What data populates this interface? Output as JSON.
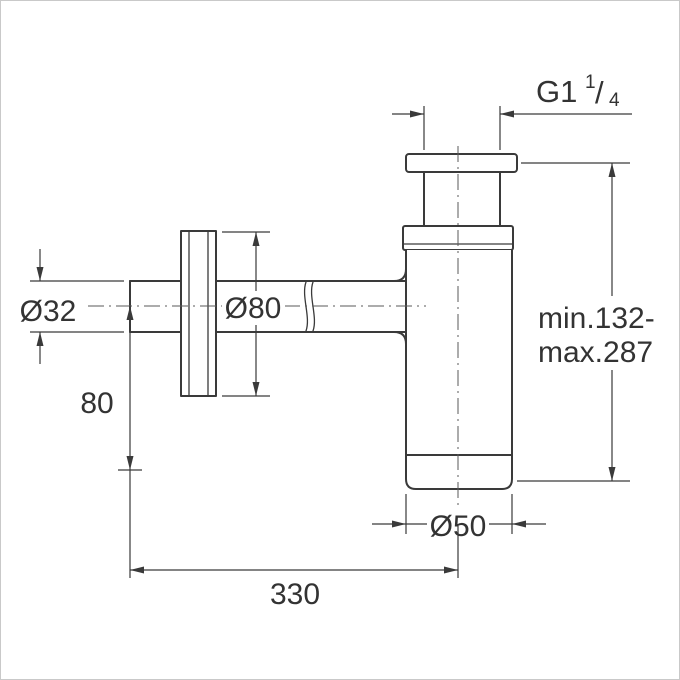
{
  "colors": {
    "background": "#ffffff",
    "border": "#c9c9c9",
    "line": "#3a3a3a",
    "centerline": "#5a5a5a",
    "text": "#333333"
  },
  "dims": {
    "thread": {
      "prefix": "G1",
      "numerator": "1",
      "slash": "/",
      "denominator": "4"
    },
    "height_range": [
      "min.132-",
      "max.287"
    ],
    "inlet_diameter": "Ø32",
    "flange_diameter": "Ø80",
    "offset_height": "80",
    "body_diameter": "Ø50",
    "projection": "330"
  }
}
